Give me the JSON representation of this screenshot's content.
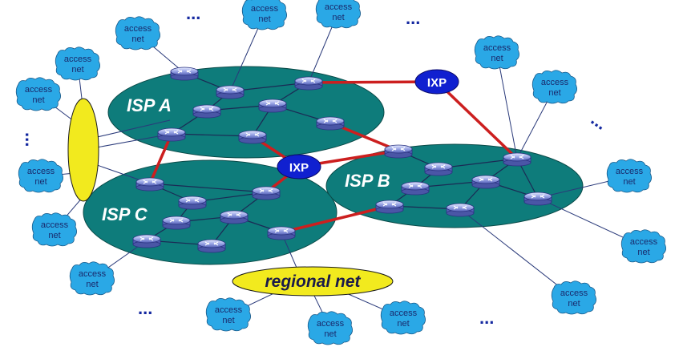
{
  "isps": [
    {
      "name": "ISP A"
    },
    {
      "name": "ISP B"
    },
    {
      "name": "ISP C"
    }
  ],
  "ixps": [
    {
      "label": "IXP"
    },
    {
      "label": "IXP"
    }
  ],
  "regional": {
    "label": "regional net"
  },
  "access_net": {
    "line1": "access",
    "line2": "net"
  },
  "continuation": "...",
  "colors": {
    "isp_fill": "#0e7c7b",
    "access_fill": "#2aa8e6",
    "ixp_fill": "#1020d0",
    "regional_fill": "#f2ea1e",
    "peering_link": "#cc1f1f",
    "access_link": "#2a3a7a"
  }
}
